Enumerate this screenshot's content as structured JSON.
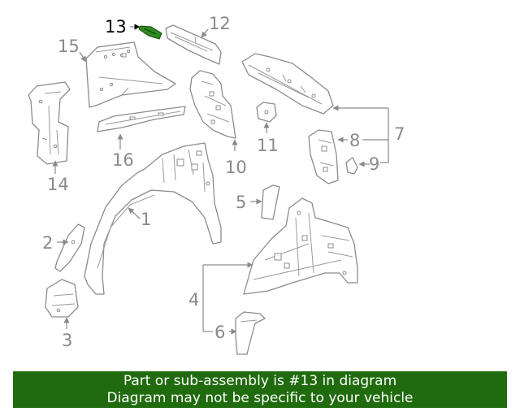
{
  "diagram": {
    "callouts": {
      "c1": "1",
      "c2": "2",
      "c3": "3",
      "c4": "4",
      "c5": "5",
      "c6": "6",
      "c7": "7",
      "c8": "8",
      "c9": "9",
      "c10": "10",
      "c11": "11",
      "c12": "12",
      "c13": "13",
      "c14": "14",
      "c15": "15",
      "c16": "16"
    },
    "highlighted_part": "13",
    "colors": {
      "highlight_part": "#2e8b1e",
      "highlight_label": "#000000",
      "line_art": "#8c8c8c"
    }
  },
  "banner": {
    "line1": "Part or sub-assembly is #13 in diagram",
    "line2": "Diagram may not be specific to your vehicle",
    "background": "#1f6b0e"
  }
}
